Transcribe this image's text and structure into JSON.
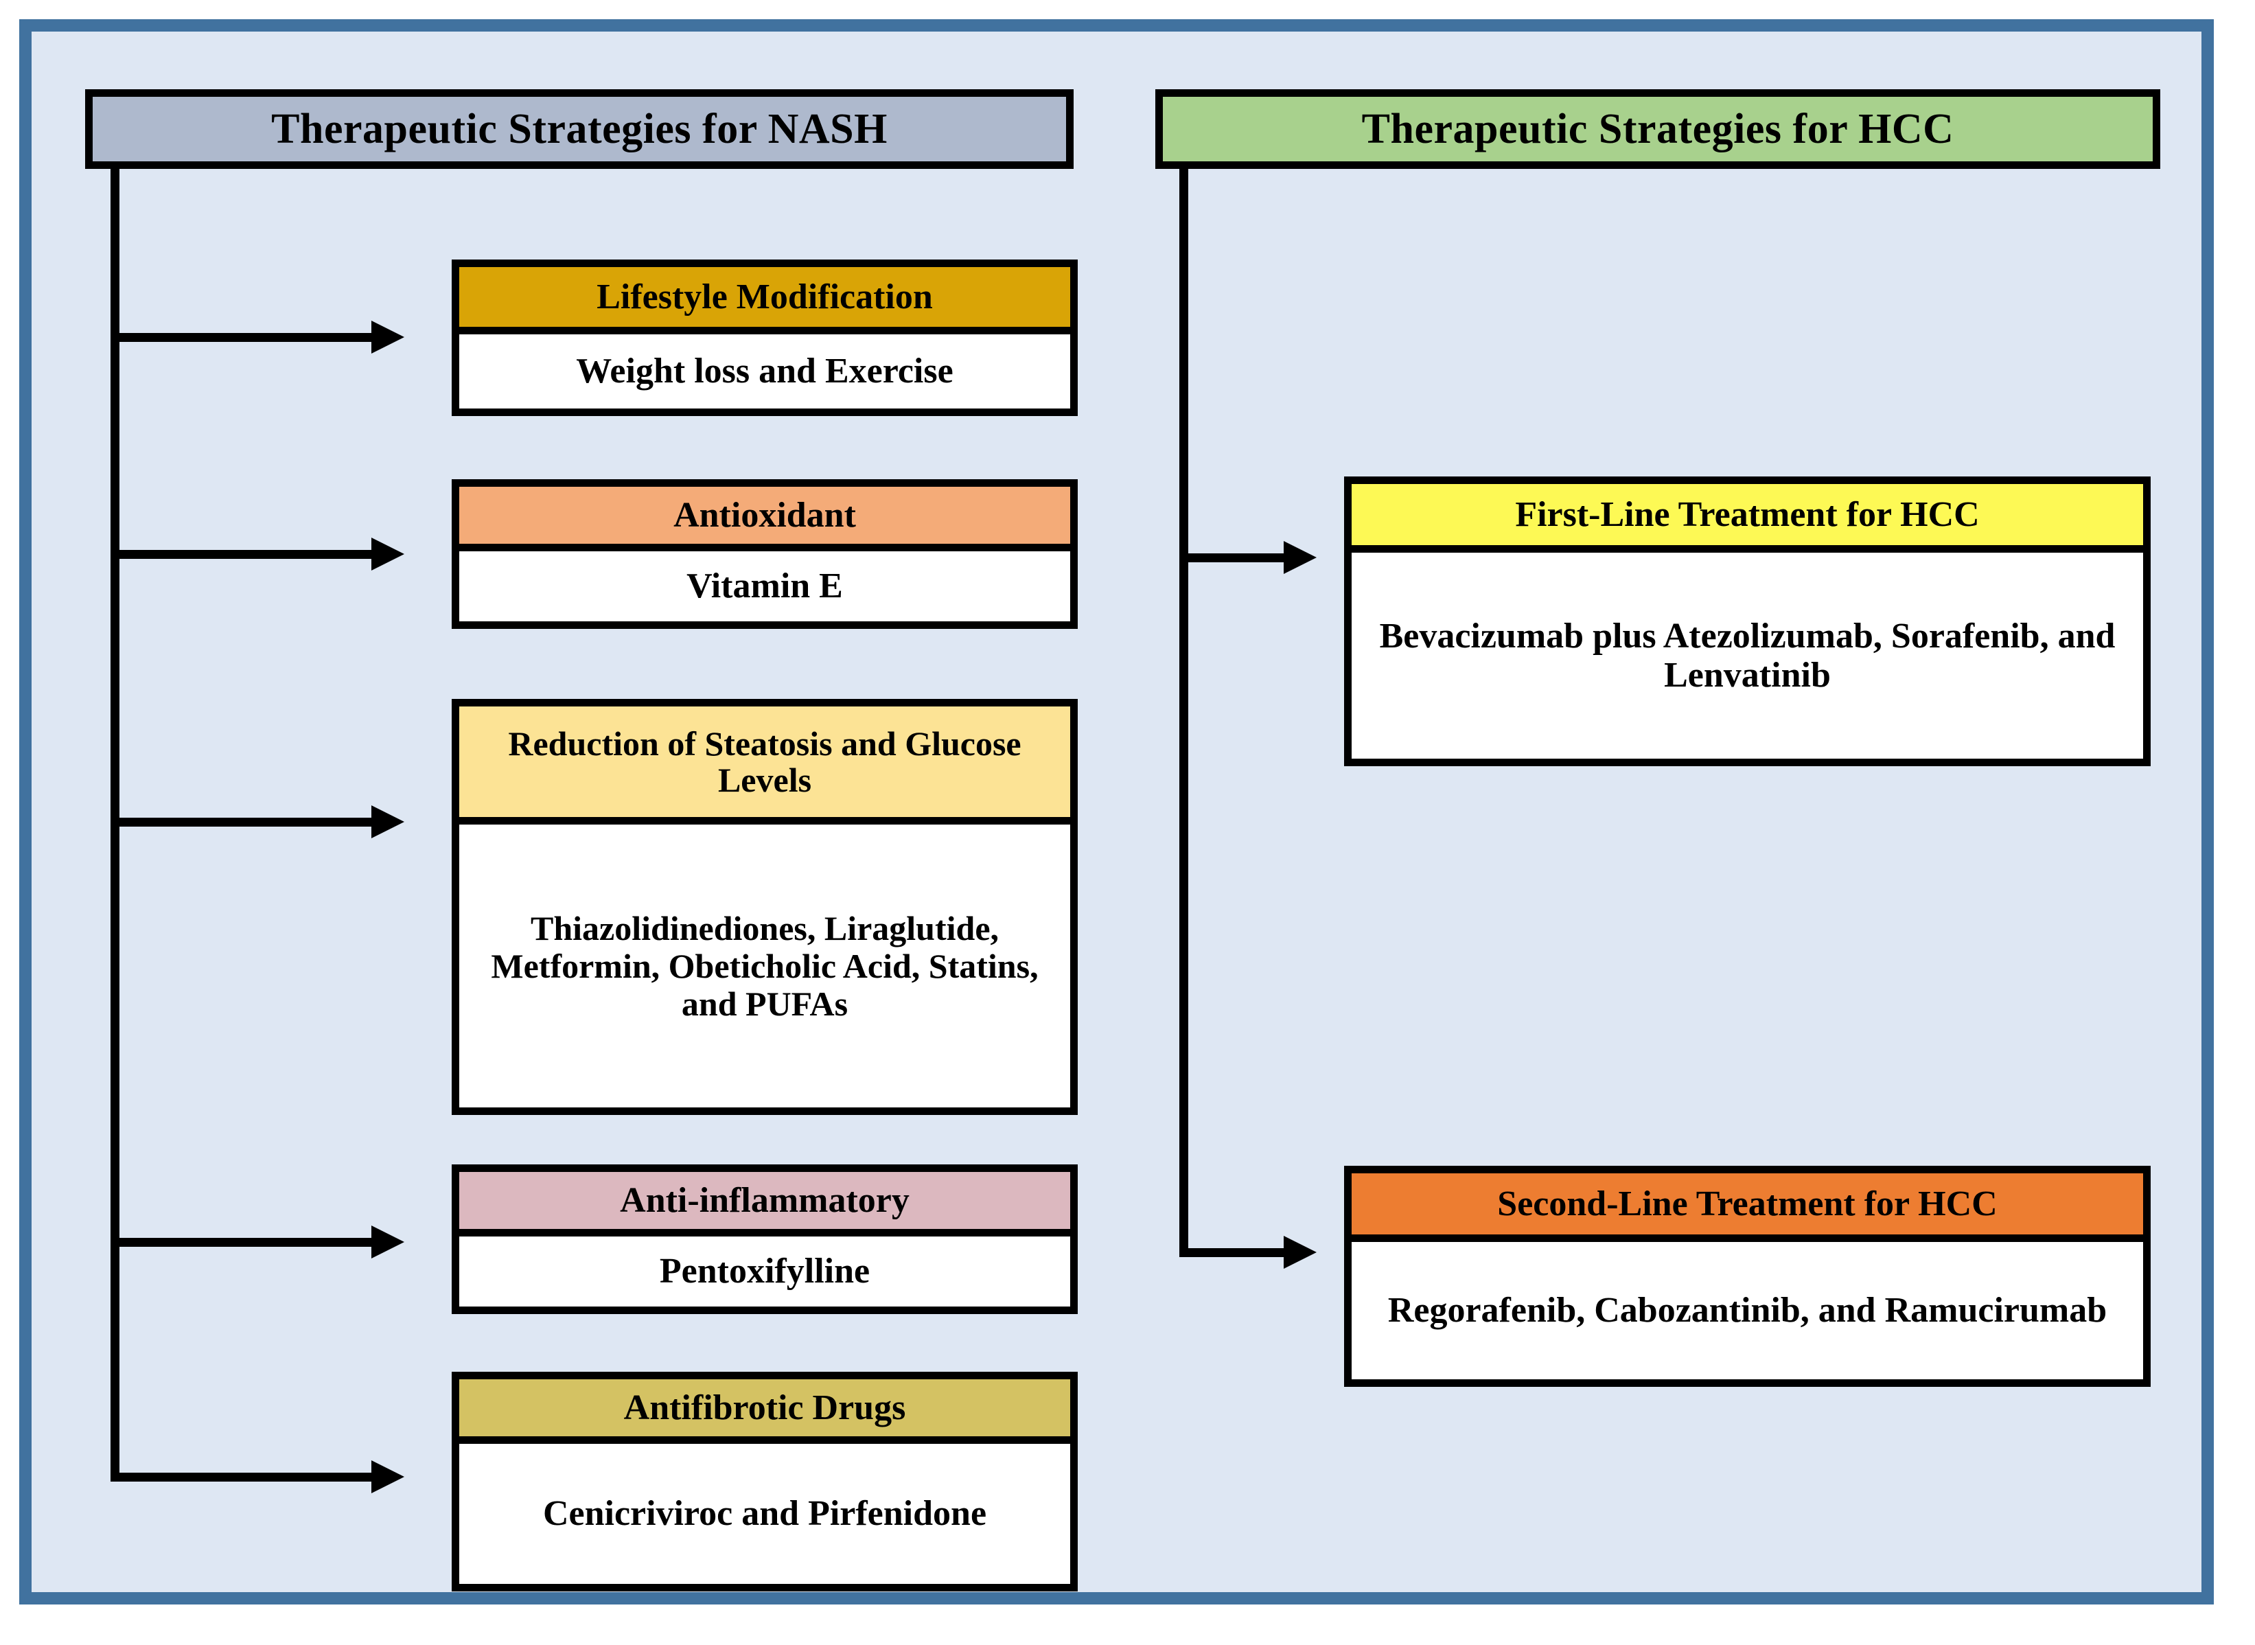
{
  "figure": {
    "background_color": "#dee7f3",
    "frame_border_color": "#41729f"
  },
  "columns": [
    {
      "id": "nash",
      "header": "Therapeutic Strategies for NASH",
      "header_color": "#aeb9cd",
      "cards": [
        {
          "title": "Lifestyle Modification",
          "title_color": "#d9a406",
          "body": "Weight loss and Exercise"
        },
        {
          "title": "Antioxidant",
          "title_color": "#f4ab78",
          "body": "Vitamin E"
        },
        {
          "title": "Reduction of Steatosis and Glucose Levels",
          "title_color": "#fce395",
          "body": "Thiazolidinediones, Liraglutide, Metformin, Obeticholic Acid, Statins, and PUFAs"
        },
        {
          "title": "Anti-inflammatory",
          "title_color": "#dcb8bf",
          "body": "Pentoxifylline"
        },
        {
          "title": "Antifibrotic Drugs",
          "title_color": "#d4c263",
          "body": "Cenicriviroc and Pirfenidone"
        }
      ]
    },
    {
      "id": "hcc",
      "header": "Therapeutic Strategies for HCC",
      "header_color": "#a8d18d",
      "cards": [
        {
          "title": "First-Line Treatment for HCC",
          "title_color": "#fdf955",
          "body": "Bevacizumab plus Atezolizumab, Sorafenib, and Lenvatinib"
        },
        {
          "title": "Second-Line Treatment for HCC",
          "title_color": "#ed7d31",
          "body": "Regorafenib, Cabozantinib, and Ramucirumab"
        }
      ]
    }
  ]
}
